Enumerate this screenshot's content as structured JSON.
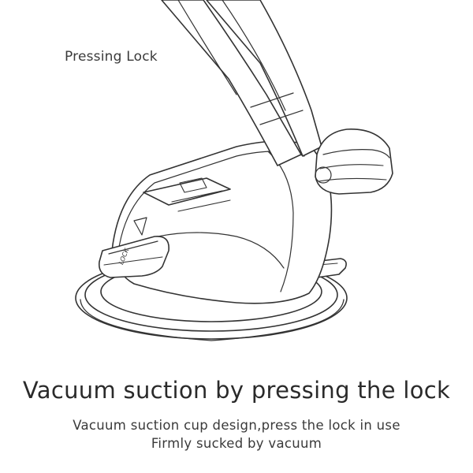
{
  "callout": {
    "label": "Pressing Lock"
  },
  "illustration": {
    "lock_engraving": "LOCK"
  },
  "caption": {
    "headline": "Vacuum suction by pressing the lock",
    "line1": "Vacuum suction cup design,press the lock in use",
    "line2": "Firmly sucked by vacuum"
  },
  "colors": {
    "line": "#333333",
    "background": "#ffffff"
  }
}
